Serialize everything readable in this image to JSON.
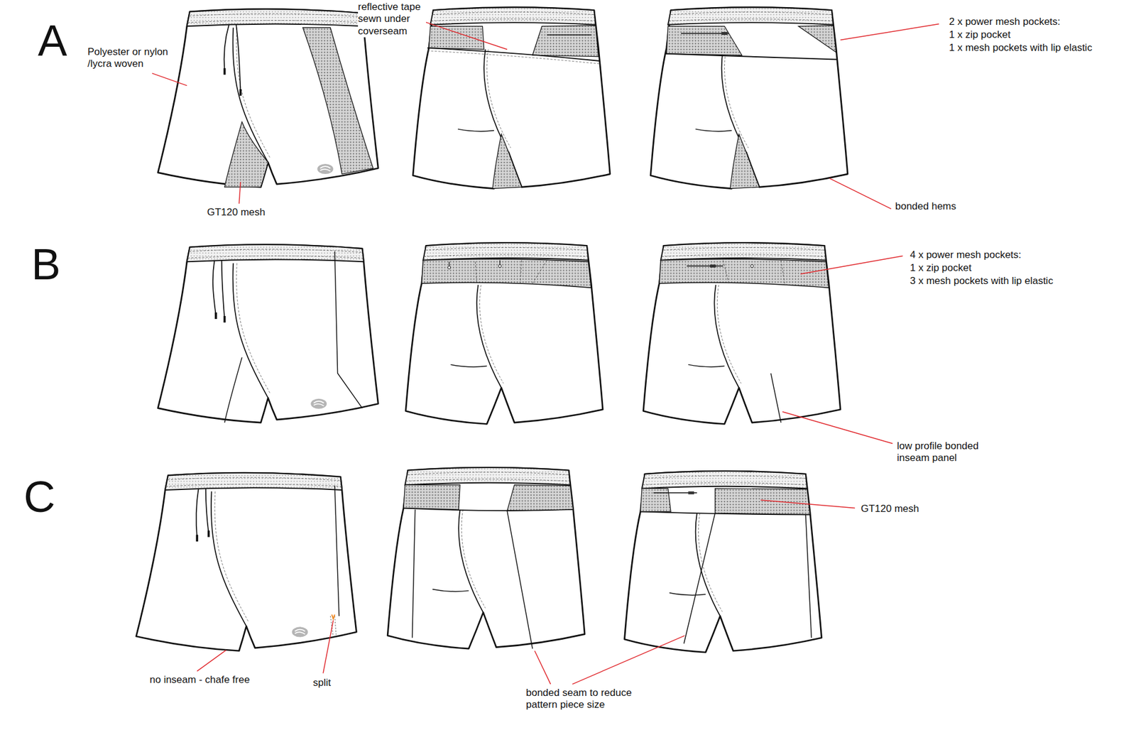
{
  "diagram": {
    "labels": [
      "A",
      "Polyester or nylon /lycra woven",
      "reflective tape sewn under coverseam",
      "GT120 mesh",
      "2 x power mesh pockets:",
      "1 x zip pocket",
      "1 x mesh pockets with lip elastic",
      "bonded hems",
      "B",
      "4 x power mesh pockets:",
      "1 x zip pocket",
      "3 x mesh pockets with lip elastic",
      "low profile bonded inseam panel",
      "C",
      "GT120 mesh",
      "no inseam - chafe free",
      "split",
      "bonded seam to reduce pattern piece size"
    ]
  }
}
